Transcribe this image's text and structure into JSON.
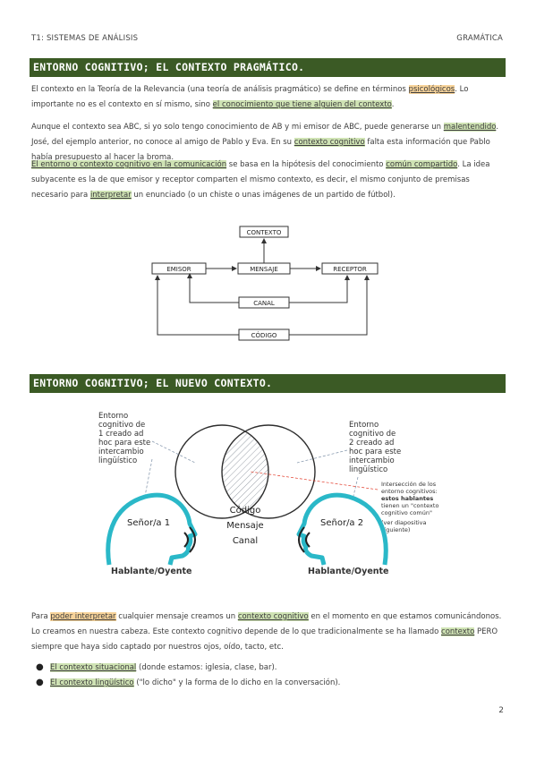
{
  "header": {
    "left": "T1: SISTEMAS DE ANÁLISIS",
    "right": "GRAMÁTICA"
  },
  "section1": {
    "title": "ENTORNO COGNITIVO; EL CONTEXTO PRAGMÁTICO.",
    "p1": {
      "a": "El contexto en la Teoría de la Relevancia (una teoría de análisis pragmático) se define en términos ",
      "b": "psicológicos",
      "c": ". Lo importante no es el contexto en sí mismo, sino ",
      "d": "el conocimiento que tiene alguien del contexto",
      "e": "."
    },
    "p2": {
      "a": "Aunque el contexto sea ABC, si yo solo tengo conocimiento de AB y mi emisor de ABC, puede generarse un ",
      "b": "malentendido",
      "c": ". José, del ejemplo anterior, no conoce al amigo de Pablo y Eva. En su ",
      "d": "contexto cognitivo",
      "e": " falta esta información que Pablo había presupuesto al hacer la broma."
    },
    "p3": {
      "a": "El entorno o contexto cognitivo en la comunicación",
      "b": " se basa en la hipótesis del conocimiento ",
      "c": "común compartido",
      "d": ". La idea subyacente es la de que emisor y receptor comparten el mismo contexto, es decir, el mismo conjunto de premisas necesario para ",
      "e": "interpretar",
      "f": " un enunciado (o un chiste o unas imágenes de un partido de fútbol)."
    }
  },
  "diagram1": {
    "contexto": "CONTEXTO",
    "emisor": "EMISOR",
    "mensaje": "MENSAJE",
    "receptor": "RECEPTOR",
    "canal": "CANAL",
    "codigo": "CÓDIGO"
  },
  "section2": {
    "title": "ENTORNO COGNITIVO; EL NUEVO CONTEXTO."
  },
  "diagram2": {
    "left_note": [
      "Entorno",
      "cognitivo de",
      "1 creado ad",
      "hoc para este",
      "intercambio",
      "lingüístico"
    ],
    "right_note": [
      "Entorno",
      "cognitivo de",
      "2 creado ad",
      "hoc para este",
      "intercambio",
      "lingüístico"
    ],
    "intersection_note": [
      "Intersección de los",
      "entorno cognitivos:",
      "estos hablantes",
      "tienen un \"contexto",
      "cognitivo común\"",
      "(ver diapositiva",
      "siguiente)"
    ],
    "center_labels": [
      "Código",
      "Mensaje",
      "Canal"
    ],
    "person1": "Señor/a 1",
    "person2": "Señor/a 2",
    "role1": "Hablante/Oyente",
    "role2": "Hablante/Oyente",
    "colors": {
      "head": "#2ab8c8",
      "circle": "#2d2d2d",
      "accent": "#e23b2a"
    }
  },
  "section2_text": {
    "p1": {
      "a": "Para ",
      "b": "poder interpretar",
      "c": " cualquier mensaje creamos un ",
      "d": "contexto cognitivo",
      "e": " en el momento en que estamos comunicándonos. Lo creamos en nuestra cabeza. Este contexto cognitivo depende de lo que tradicionalmente se ha llamado ",
      "f": "contexto",
      "g": " PERO siempre que haya sido captado por nuestros ojos, oído, tacto, etc."
    },
    "bullets": [
      {
        "hl": "El contexto situacional",
        "rest": " (donde estamos: iglesia, clase, bar)."
      },
      {
        "hl": "El contexto lingüístico",
        "rest": " (\"lo dicho\" y la forma de lo dicho en la conversación)."
      }
    ]
  },
  "page_number": "2"
}
